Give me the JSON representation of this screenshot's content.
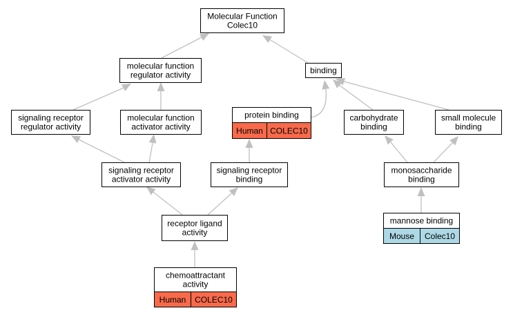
{
  "colors": {
    "human": "#f86a4b",
    "mouse": "#add8e6",
    "edge": "#c0c0c0"
  },
  "nodes": {
    "mf": {
      "lines": [
        "Molecular Function",
        "Colec10"
      ]
    },
    "mfra": {
      "lines": [
        "molecular function",
        "regulator activity"
      ]
    },
    "binding": {
      "lines": [
        "binding"
      ]
    },
    "srra": {
      "lines": [
        "signaling receptor",
        "regulator activity"
      ]
    },
    "mfaa": {
      "lines": [
        "molecular function",
        "activator activity"
      ]
    },
    "pb": {
      "lines": [
        "protein binding"
      ],
      "species": "Human",
      "gene": "COLEC10"
    },
    "cb": {
      "lines": [
        "carbohydrate",
        "binding"
      ]
    },
    "smb": {
      "lines": [
        "small molecule",
        "binding"
      ]
    },
    "sraa": {
      "lines": [
        "signaling receptor",
        "activator activity"
      ]
    },
    "srb": {
      "lines": [
        "signaling receptor",
        "binding"
      ]
    },
    "msb": {
      "lines": [
        "monosaccharide",
        "binding"
      ]
    },
    "rla": {
      "lines": [
        "receptor ligand",
        "activity"
      ]
    },
    "mb": {
      "lines": [
        "mannose binding"
      ],
      "species": "Mouse",
      "gene": "Colec10"
    },
    "ca": {
      "lines": [
        "chemoattractant",
        "activity"
      ],
      "species": "Human",
      "gene": "COLEC10"
    }
  }
}
